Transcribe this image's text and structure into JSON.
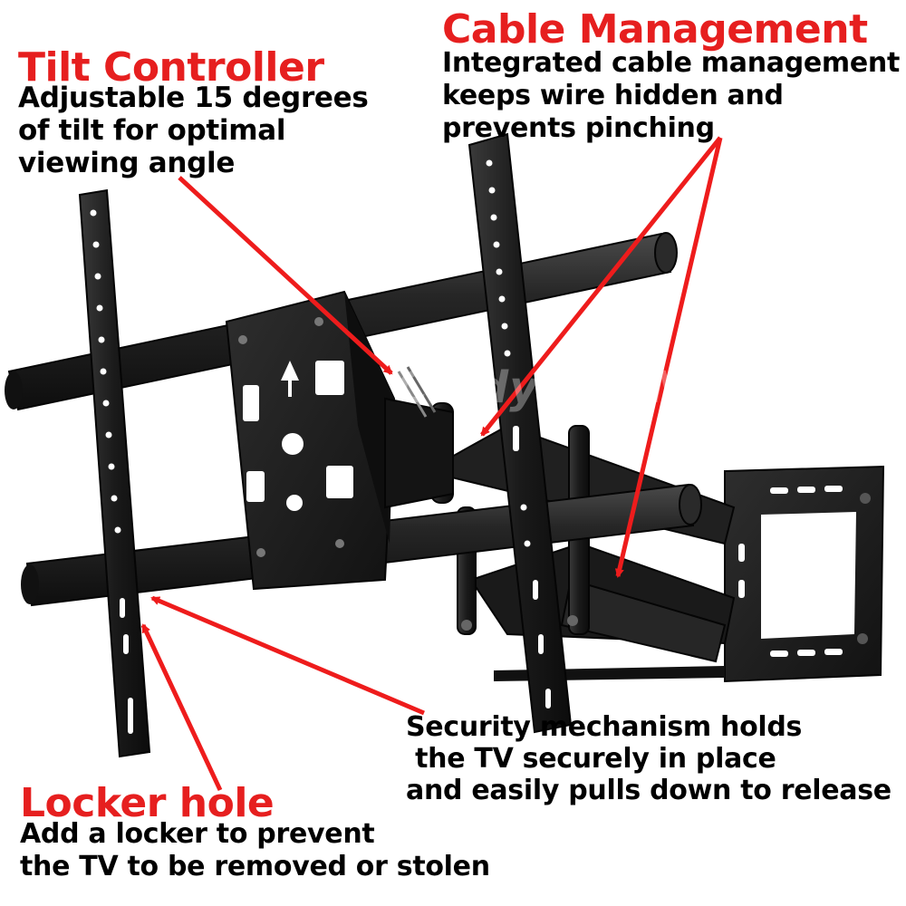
{
  "colors": {
    "title": "#e61f1f",
    "arrow": "#ee1c1c",
    "metal": "#1c1c1c",
    "metal_edge": "#3a3a3a",
    "background": "#ffffff"
  },
  "watermark": "Cindy GiftMart",
  "callouts": {
    "tilt": {
      "title": "Tilt Controller",
      "lines": [
        "Adjustable 15 degrees",
        "of tilt for optimal",
        "viewing angle"
      ]
    },
    "cable": {
      "title": "Cable Management",
      "lines": [
        "Integrated cable management",
        "keeps wire hidden and",
        "prevents pinching"
      ]
    },
    "security": {
      "lines": [
        "Security mechanism holds",
        " the TV securely in place",
        "and easily pulls down to release"
      ]
    },
    "locker": {
      "title": "Locker hole",
      "lines": [
        "Add a locker to prevent",
        "the TV to be removed or stolen"
      ]
    }
  }
}
